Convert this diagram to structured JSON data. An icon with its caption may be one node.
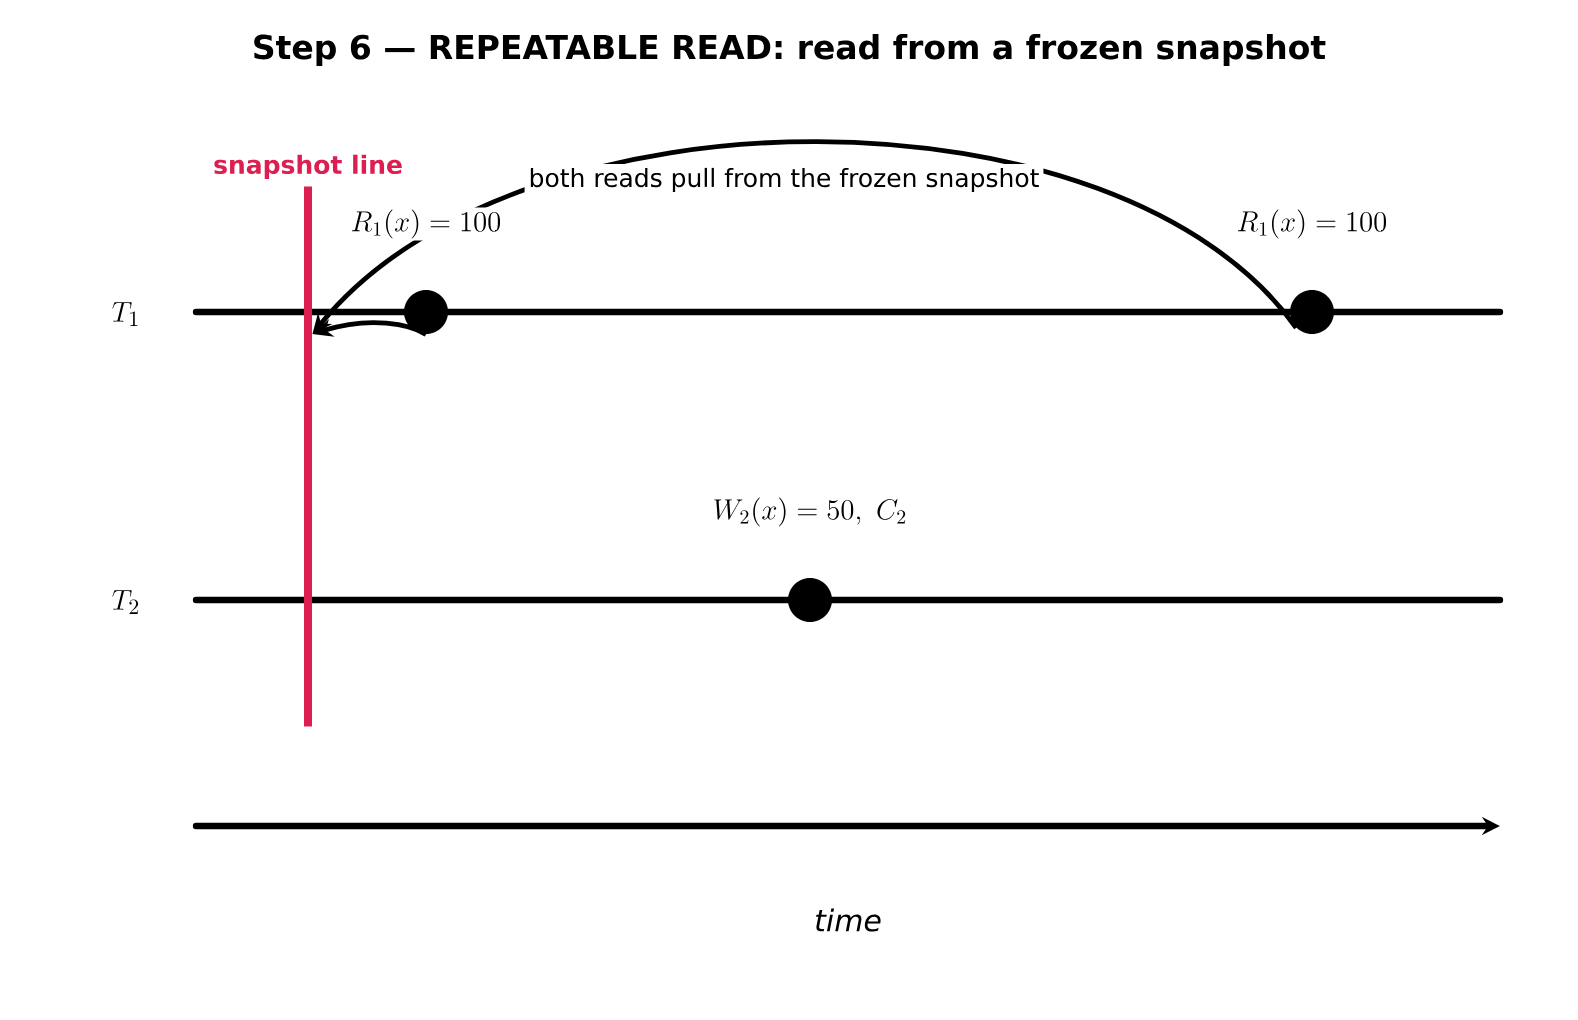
{
  "diagram": {
    "title": "Step 6 — REPEATABLE READ: read from a frozen snapshot",
    "nodes": [
      {
        "text": [
          "snapshot line"
        ]
      },
      {
        "text": [],
        "shape": "circle",
        "beside": [
          "R_1(x) = 100"
        ]
      },
      {
        "text": [],
        "shape": "circle",
        "beside": [
          "R_1(x) = 100"
        ]
      },
      {
        "text": [],
        "shape": "circle",
        "beside": [
          "W_2(x) = 50,\\ C_2"
        ]
      }
    ],
    "edges": [
      {
        "from": 2,
        "to": 0,
        "arrow": "to"
      },
      {
        "from": 1,
        "to": 0,
        "arrow": "to"
      }
    ],
    "labels": [
      "both reads pull from the frozen snapshot",
      "T_1",
      "T_2",
      "time"
    ]
  }
}
